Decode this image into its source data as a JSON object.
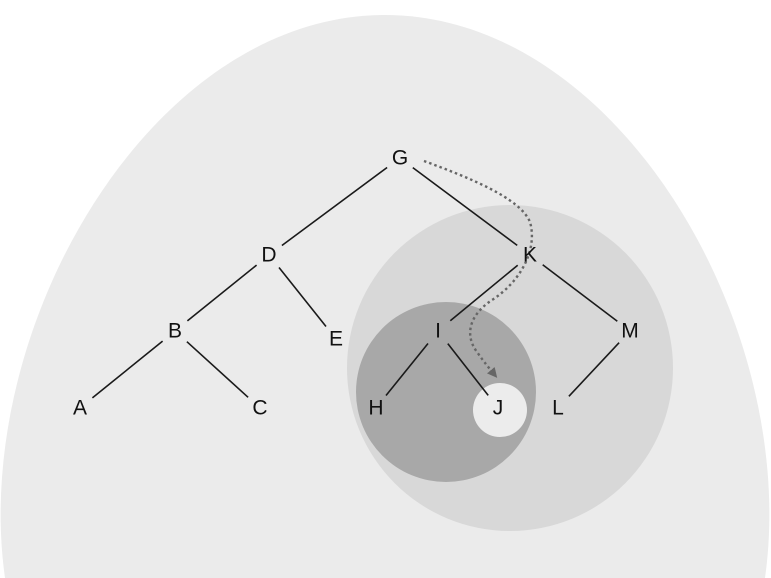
{
  "colors": {
    "background": "#ffffff",
    "outer_region": "#ebebeb",
    "middle_region": "#d8d8d8",
    "inner_region": "#a8a8a8",
    "target_region": "#ececec",
    "edge": "#1a1a1a",
    "path": "#666666"
  },
  "tree": {
    "root": "G",
    "nodes": [
      {
        "id": "G",
        "label": "G"
      },
      {
        "id": "D",
        "label": "D"
      },
      {
        "id": "K",
        "label": "K"
      },
      {
        "id": "B",
        "label": "B"
      },
      {
        "id": "E",
        "label": "E"
      },
      {
        "id": "I",
        "label": "I"
      },
      {
        "id": "M",
        "label": "M"
      },
      {
        "id": "A",
        "label": "A"
      },
      {
        "id": "C",
        "label": "C"
      },
      {
        "id": "H",
        "label": "H"
      },
      {
        "id": "J",
        "label": "J"
      },
      {
        "id": "L",
        "label": "L"
      }
    ],
    "edges": [
      {
        "from": "G",
        "to": "D"
      },
      {
        "from": "G",
        "to": "K"
      },
      {
        "from": "D",
        "to": "B"
      },
      {
        "from": "D",
        "to": "E"
      },
      {
        "from": "B",
        "to": "A"
      },
      {
        "from": "B",
        "to": "C"
      },
      {
        "from": "K",
        "to": "I"
      },
      {
        "from": "K",
        "to": "M"
      },
      {
        "from": "I",
        "to": "H"
      },
      {
        "from": "I",
        "to": "J"
      },
      {
        "from": "M",
        "to": "L"
      }
    ]
  },
  "regions": [
    {
      "name": "whole-tree-region",
      "contains": [
        "G",
        "D",
        "K",
        "B",
        "E",
        "I",
        "M",
        "A",
        "C",
        "H",
        "J",
        "L"
      ]
    },
    {
      "name": "subtree-k-region",
      "contains": [
        "K",
        "I",
        "M",
        "H",
        "J",
        "L"
      ]
    },
    {
      "name": "subtree-i-region",
      "contains": [
        "I",
        "H",
        "J"
      ]
    },
    {
      "name": "target-j-region",
      "contains": [
        "J"
      ]
    }
  ],
  "search_path": [
    "G",
    "K",
    "I",
    "J"
  ]
}
